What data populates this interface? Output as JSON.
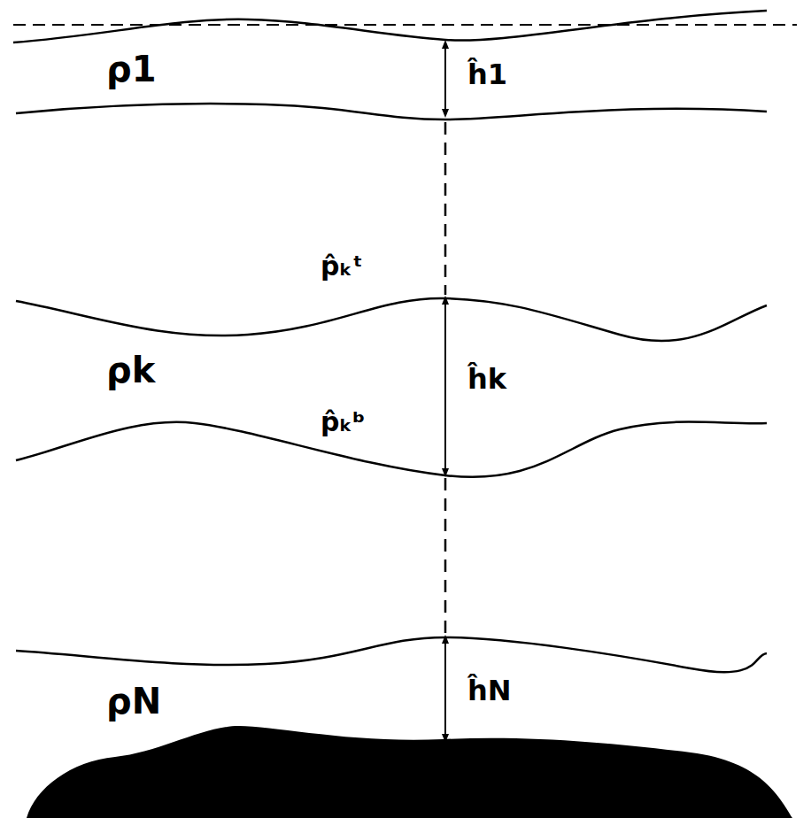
{
  "diagram": {
    "labels": [
      "ρ1",
      "ĥ1",
      "p̂ₖᵗ",
      "ρk",
      "ĥk",
      "p̂ₖᵇ",
      "ρN",
      "ĥN"
    ]
  }
}
